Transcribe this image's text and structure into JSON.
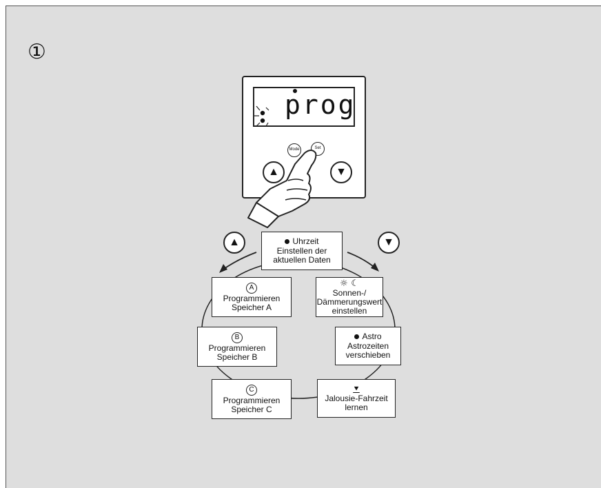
{
  "step_marker": "①",
  "device": {
    "display": "prog",
    "mode_button": "Mode",
    "set_button": "Set",
    "up_arrow": "▲",
    "down_arrow": "▼"
  },
  "menu_arrows": {
    "up": "▲",
    "down": "▼"
  },
  "menu_items": {
    "uhrzeit": {
      "title": "Uhrzeit",
      "lines": [
        "Einstellen der",
        "aktuellen Daten"
      ]
    },
    "sonne": {
      "icons": "☼ ☾",
      "lines": [
        "Sonnen-/",
        "Dämmerungswert",
        "einstellen"
      ]
    },
    "astro": {
      "title": "Astro",
      "lines": [
        "Astrozeiten",
        "verschieben"
      ]
    },
    "jalousie": {
      "icon": "⯆",
      "lines": [
        "Jalousie-Fahrzeit",
        "lernen"
      ]
    },
    "prog_c": {
      "letter": "C",
      "lines": [
        "Programmieren",
        "Speicher C"
      ]
    },
    "prog_b": {
      "letter": "B",
      "lines": [
        "Programmieren",
        "Speicher B"
      ]
    },
    "prog_a": {
      "letter": "A",
      "lines": [
        "Programmieren",
        "Speicher A"
      ]
    }
  }
}
